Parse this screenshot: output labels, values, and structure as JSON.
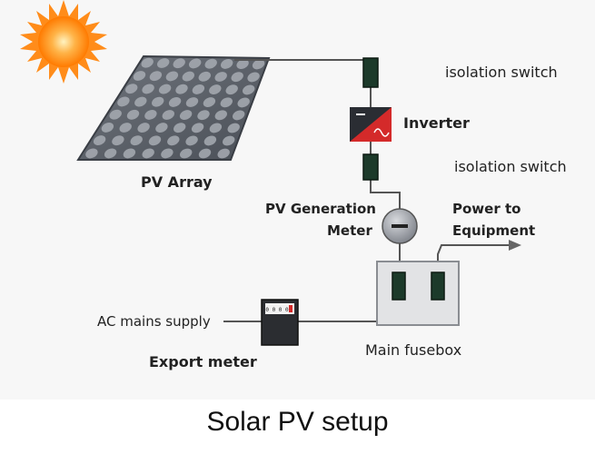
{
  "diagram": {
    "caption": "Solar PV setup",
    "labels": {
      "pv_array": "PV Array",
      "isolation_switch_top": "isolation switch",
      "inverter": "Inverter",
      "isolation_switch_bottom": "isolation switch",
      "pv_generation_meter_line1": "PV Generation",
      "pv_generation_meter_line2": "Meter",
      "power_to_equipment_line1": "Power to",
      "power_to_equipment_line2": "Equipment",
      "ac_mains_supply": "AC mains supply",
      "export_meter": "Export meter",
      "main_fusebox": "Main fusebox",
      "export_meter_display": "0 0 0 0"
    }
  }
}
